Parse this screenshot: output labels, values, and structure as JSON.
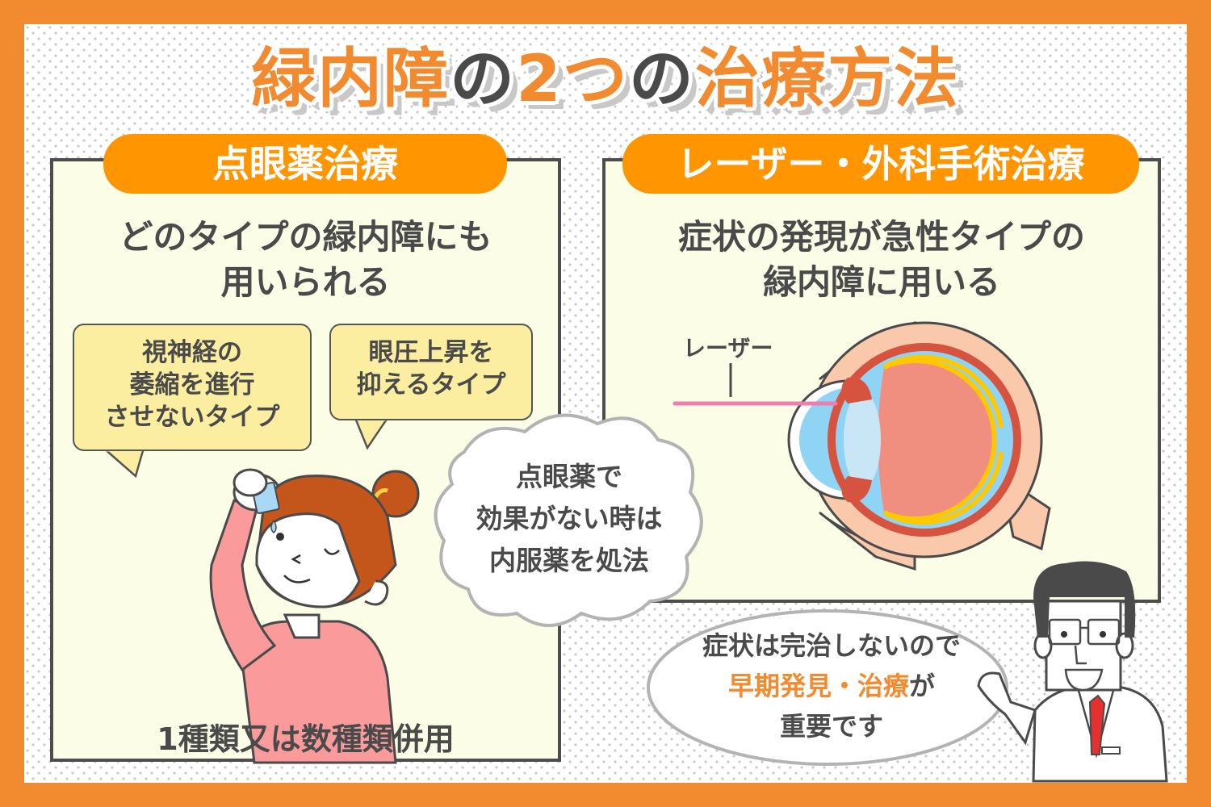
{
  "title": {
    "part1": "緑内障",
    "part2": "の",
    "part3": "2つ",
    "part4": "の",
    "part5": "治療方法"
  },
  "colors": {
    "frame": "#f28a30",
    "pill": "#ff9500",
    "panel_bg": "#fbfde6",
    "callout_bg": "#fbeea0",
    "text_dark": "#4a4a4a",
    "accent_text": "#f28a30"
  },
  "left_panel": {
    "label": "点眼薬治療",
    "heading_line1": "どのタイプの緑内障にも",
    "heading_line2": "用いられる",
    "callouts": [
      {
        "lines": [
          "視神経の",
          "萎縮を進行",
          "させないタイプ"
        ]
      },
      {
        "lines": [
          "眼圧上昇を",
          "抑えるタイプ"
        ]
      }
    ],
    "thought_cloud": [
      "点眼薬で",
      "効果がない時は",
      "内服薬を処法"
    ],
    "bottom_note": "1種類又は数種類併用"
  },
  "right_panel": {
    "label": "レーザー・外科手術治療",
    "heading_line1": "症状の発現が急性タイプの",
    "heading_line2": "緑内障に用いる",
    "diagram_label": "レーザー"
  },
  "doctor_speech": {
    "line1": "症状は完治しないので",
    "line2_accent": "早期発見・治療",
    "line2_tail": "が",
    "line3": "重要です"
  }
}
